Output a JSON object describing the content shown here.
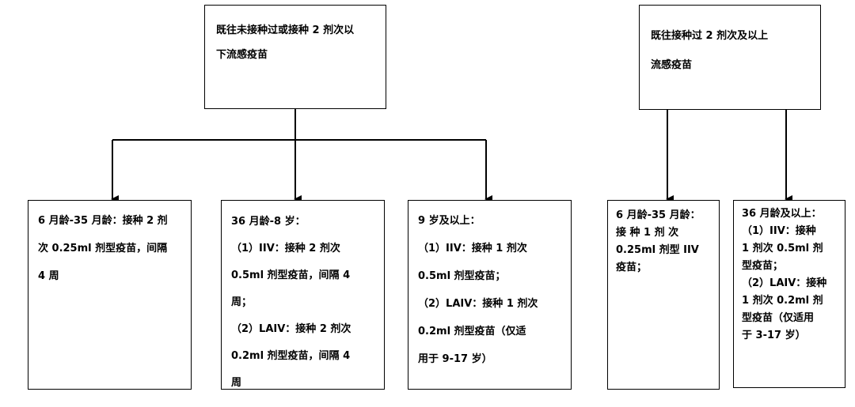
{
  "boxes": {
    "top_left": {
      "lines": [
        "既往未接种过或接种 2 剂次以",
        "下流感疫苗"
      ]
    },
    "top_right": {
      "lines": [
        "既往接种过 2 剂次及以上",
        "流感疫苗"
      ]
    },
    "child_1": {
      "lines": [
        "6 月龄-35 月龄：接种 2 剂",
        "次 0.25ml 剂型疫苗，间隔",
        "4 周"
      ]
    },
    "child_2": {
      "lines": [
        "36 月龄-8 岁：",
        "（1）IIV：接种 2 剂次",
        "0.5ml 剂型疫苗，间隔 4",
        "周；",
        "（2）LAIV：接种 2 剂次",
        "0.2ml 剂型疫苗，间隔 4",
        "周"
      ]
    },
    "child_3": {
      "lines": [
        "9 岁及以上：",
        "（1）IIV：接种 1 剂次",
        "0.5ml 剂型疫苗；",
        "（2）LAIV：接种 1 剂次",
        "0.2ml 剂型疫苗（仅适",
        "用于 9-17 岁）"
      ]
    },
    "child_4": {
      "lines": [
        "6 月龄-35 月龄：",
        "接 种  1  剂 次",
        "0.25ml 剂型 IIV",
        "疫苗；"
      ]
    },
    "child_5": {
      "lines": [
        "36 月龄及以上：",
        "（1）IIV：接种",
        "1 剂次 0.5ml 剂",
        "型疫苗；",
        "（2）LAIV：接种",
        "1 剂次 0.2ml 剂",
        "型疫苗（仅适用",
        "于 3-17 岁）"
      ]
    }
  }
}
